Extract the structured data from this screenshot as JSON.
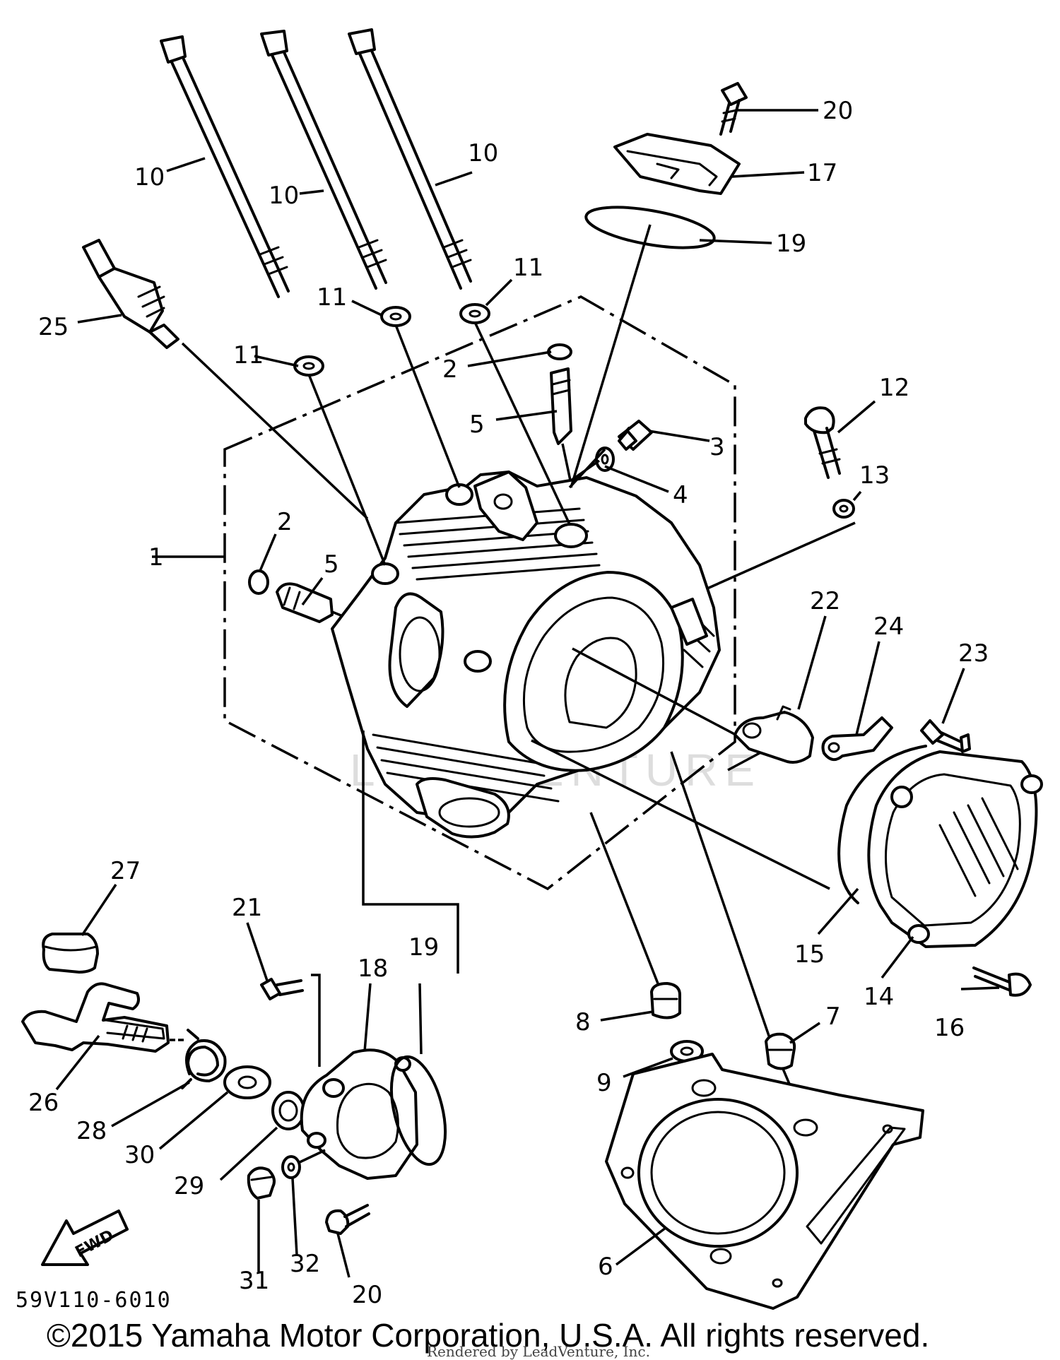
{
  "diagram": {
    "drawing_code": "59V110-6010",
    "direction_tag": "FWD",
    "watermark": "LEADVENTURE",
    "copyright": "©2015 Yamaha Motor Corporation, U.S.A. All rights reserved.",
    "rendered_by": "Rendered by LeadVenture, Inc."
  },
  "callouts": [
    {
      "id": "c20a",
      "label": "20"
    },
    {
      "id": "c17",
      "label": "17"
    },
    {
      "id": "c19a",
      "label": "19"
    },
    {
      "id": "c10a",
      "label": "10"
    },
    {
      "id": "c10b",
      "label": "10"
    },
    {
      "id": "c10c",
      "label": "10"
    },
    {
      "id": "c25",
      "label": "25"
    },
    {
      "id": "c11a",
      "label": "11"
    },
    {
      "id": "c11b",
      "label": "11"
    },
    {
      "id": "c11c",
      "label": "11"
    },
    {
      "id": "c2a",
      "label": "2"
    },
    {
      "id": "c5a",
      "label": "5"
    },
    {
      "id": "c3",
      "label": "3"
    },
    {
      "id": "c4",
      "label": "4"
    },
    {
      "id": "c12",
      "label": "12"
    },
    {
      "id": "c13",
      "label": "13"
    },
    {
      "id": "c1",
      "label": "1"
    },
    {
      "id": "c2b",
      "label": "2"
    },
    {
      "id": "c5b",
      "label": "5"
    },
    {
      "id": "c22",
      "label": "22"
    },
    {
      "id": "c24",
      "label": "24"
    },
    {
      "id": "c23",
      "label": "23"
    },
    {
      "id": "c27",
      "label": "27"
    },
    {
      "id": "c21",
      "label": "21"
    },
    {
      "id": "c18",
      "label": "18"
    },
    {
      "id": "c19b",
      "label": "19"
    },
    {
      "id": "c15",
      "label": "15"
    },
    {
      "id": "c14",
      "label": "14"
    },
    {
      "id": "c16",
      "label": "16"
    },
    {
      "id": "c8",
      "label": "8"
    },
    {
      "id": "c7",
      "label": "7"
    },
    {
      "id": "c9",
      "label": "9"
    },
    {
      "id": "c26",
      "label": "26"
    },
    {
      "id": "c28",
      "label": "28"
    },
    {
      "id": "c30",
      "label": "30"
    },
    {
      "id": "c29",
      "label": "29"
    },
    {
      "id": "c6",
      "label": "6"
    },
    {
      "id": "c31",
      "label": "31"
    },
    {
      "id": "c32",
      "label": "32"
    },
    {
      "id": "c20b",
      "label": "20"
    }
  ]
}
